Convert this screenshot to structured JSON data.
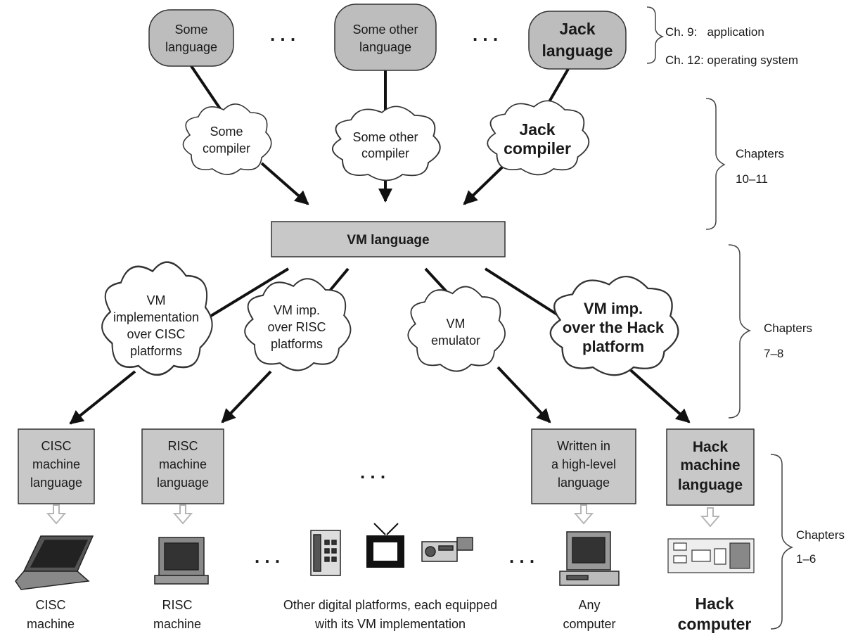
{
  "top_languages": {
    "some": [
      "Some",
      "language"
    ],
    "other": [
      "Some other",
      "language"
    ],
    "jack": [
      "Jack",
      "language"
    ]
  },
  "compilers": {
    "some": [
      "Some",
      "compiler"
    ],
    "other": [
      "Some other",
      "compiler"
    ],
    "jack": [
      "Jack",
      "compiler"
    ]
  },
  "vm_language": "VM language",
  "vm_implementations": {
    "cisc": [
      "VM",
      "implementation",
      "over CISC",
      "platforms"
    ],
    "risc": [
      "VM imp.",
      "over RISC",
      "platforms"
    ],
    "emulator": [
      "VM",
      "emulator"
    ],
    "hack": [
      "VM imp.",
      "over the Hack",
      "platform"
    ]
  },
  "machine_languages": {
    "cisc": [
      "CISC",
      "machine",
      "language"
    ],
    "risc": [
      "RISC",
      "machine",
      "language"
    ],
    "highlevel": [
      "Written in",
      "a high-level",
      "language"
    ],
    "hack": [
      "Hack",
      "machine",
      "language"
    ]
  },
  "platforms": {
    "cisc": [
      "CISC",
      "machine"
    ],
    "risc": [
      "RISC",
      "machine"
    ],
    "other": [
      "Other digital platforms, each equipped",
      "with its VM implementation"
    ],
    "any": [
      "Any",
      "computer"
    ],
    "hack": [
      "Hack",
      "computer"
    ]
  },
  "chapters": {
    "top": [
      "Ch. 9:   application",
      "Ch. 12: operating system"
    ],
    "compilers": [
      "Chapters",
      "10–11"
    ],
    "vm": [
      "Chapters",
      "7–8"
    ],
    "hardware": [
      "Chapters",
      "1–6"
    ]
  },
  "ellipsis": ". . .",
  "colors": {
    "box_fill": "#c8c8c8",
    "rounded_fill": "#bdbdbd",
    "stroke": "#333333",
    "arrow": "#111111",
    "hollow_arrow": "#cfcfcf"
  }
}
